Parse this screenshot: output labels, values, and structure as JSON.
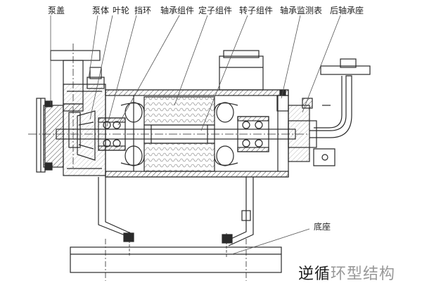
{
  "labels": {
    "pump_cover": "泵盖",
    "pump_body": "泵体",
    "impeller": "叶轮",
    "retaining_ring": "挡环",
    "bearing_assembly": "轴承组件",
    "stator_assembly": "定子组件",
    "rotor_assembly": "转子组件",
    "bearing_monitor": "轴承监测表",
    "rear_bearing_seat": "后轴承座",
    "base": "底座"
  },
  "caption": "逆循环型结构",
  "colors": {
    "line": "#2a2a2a",
    "leader": "#555555",
    "hatch": "#444444",
    "text": "#222222"
  }
}
